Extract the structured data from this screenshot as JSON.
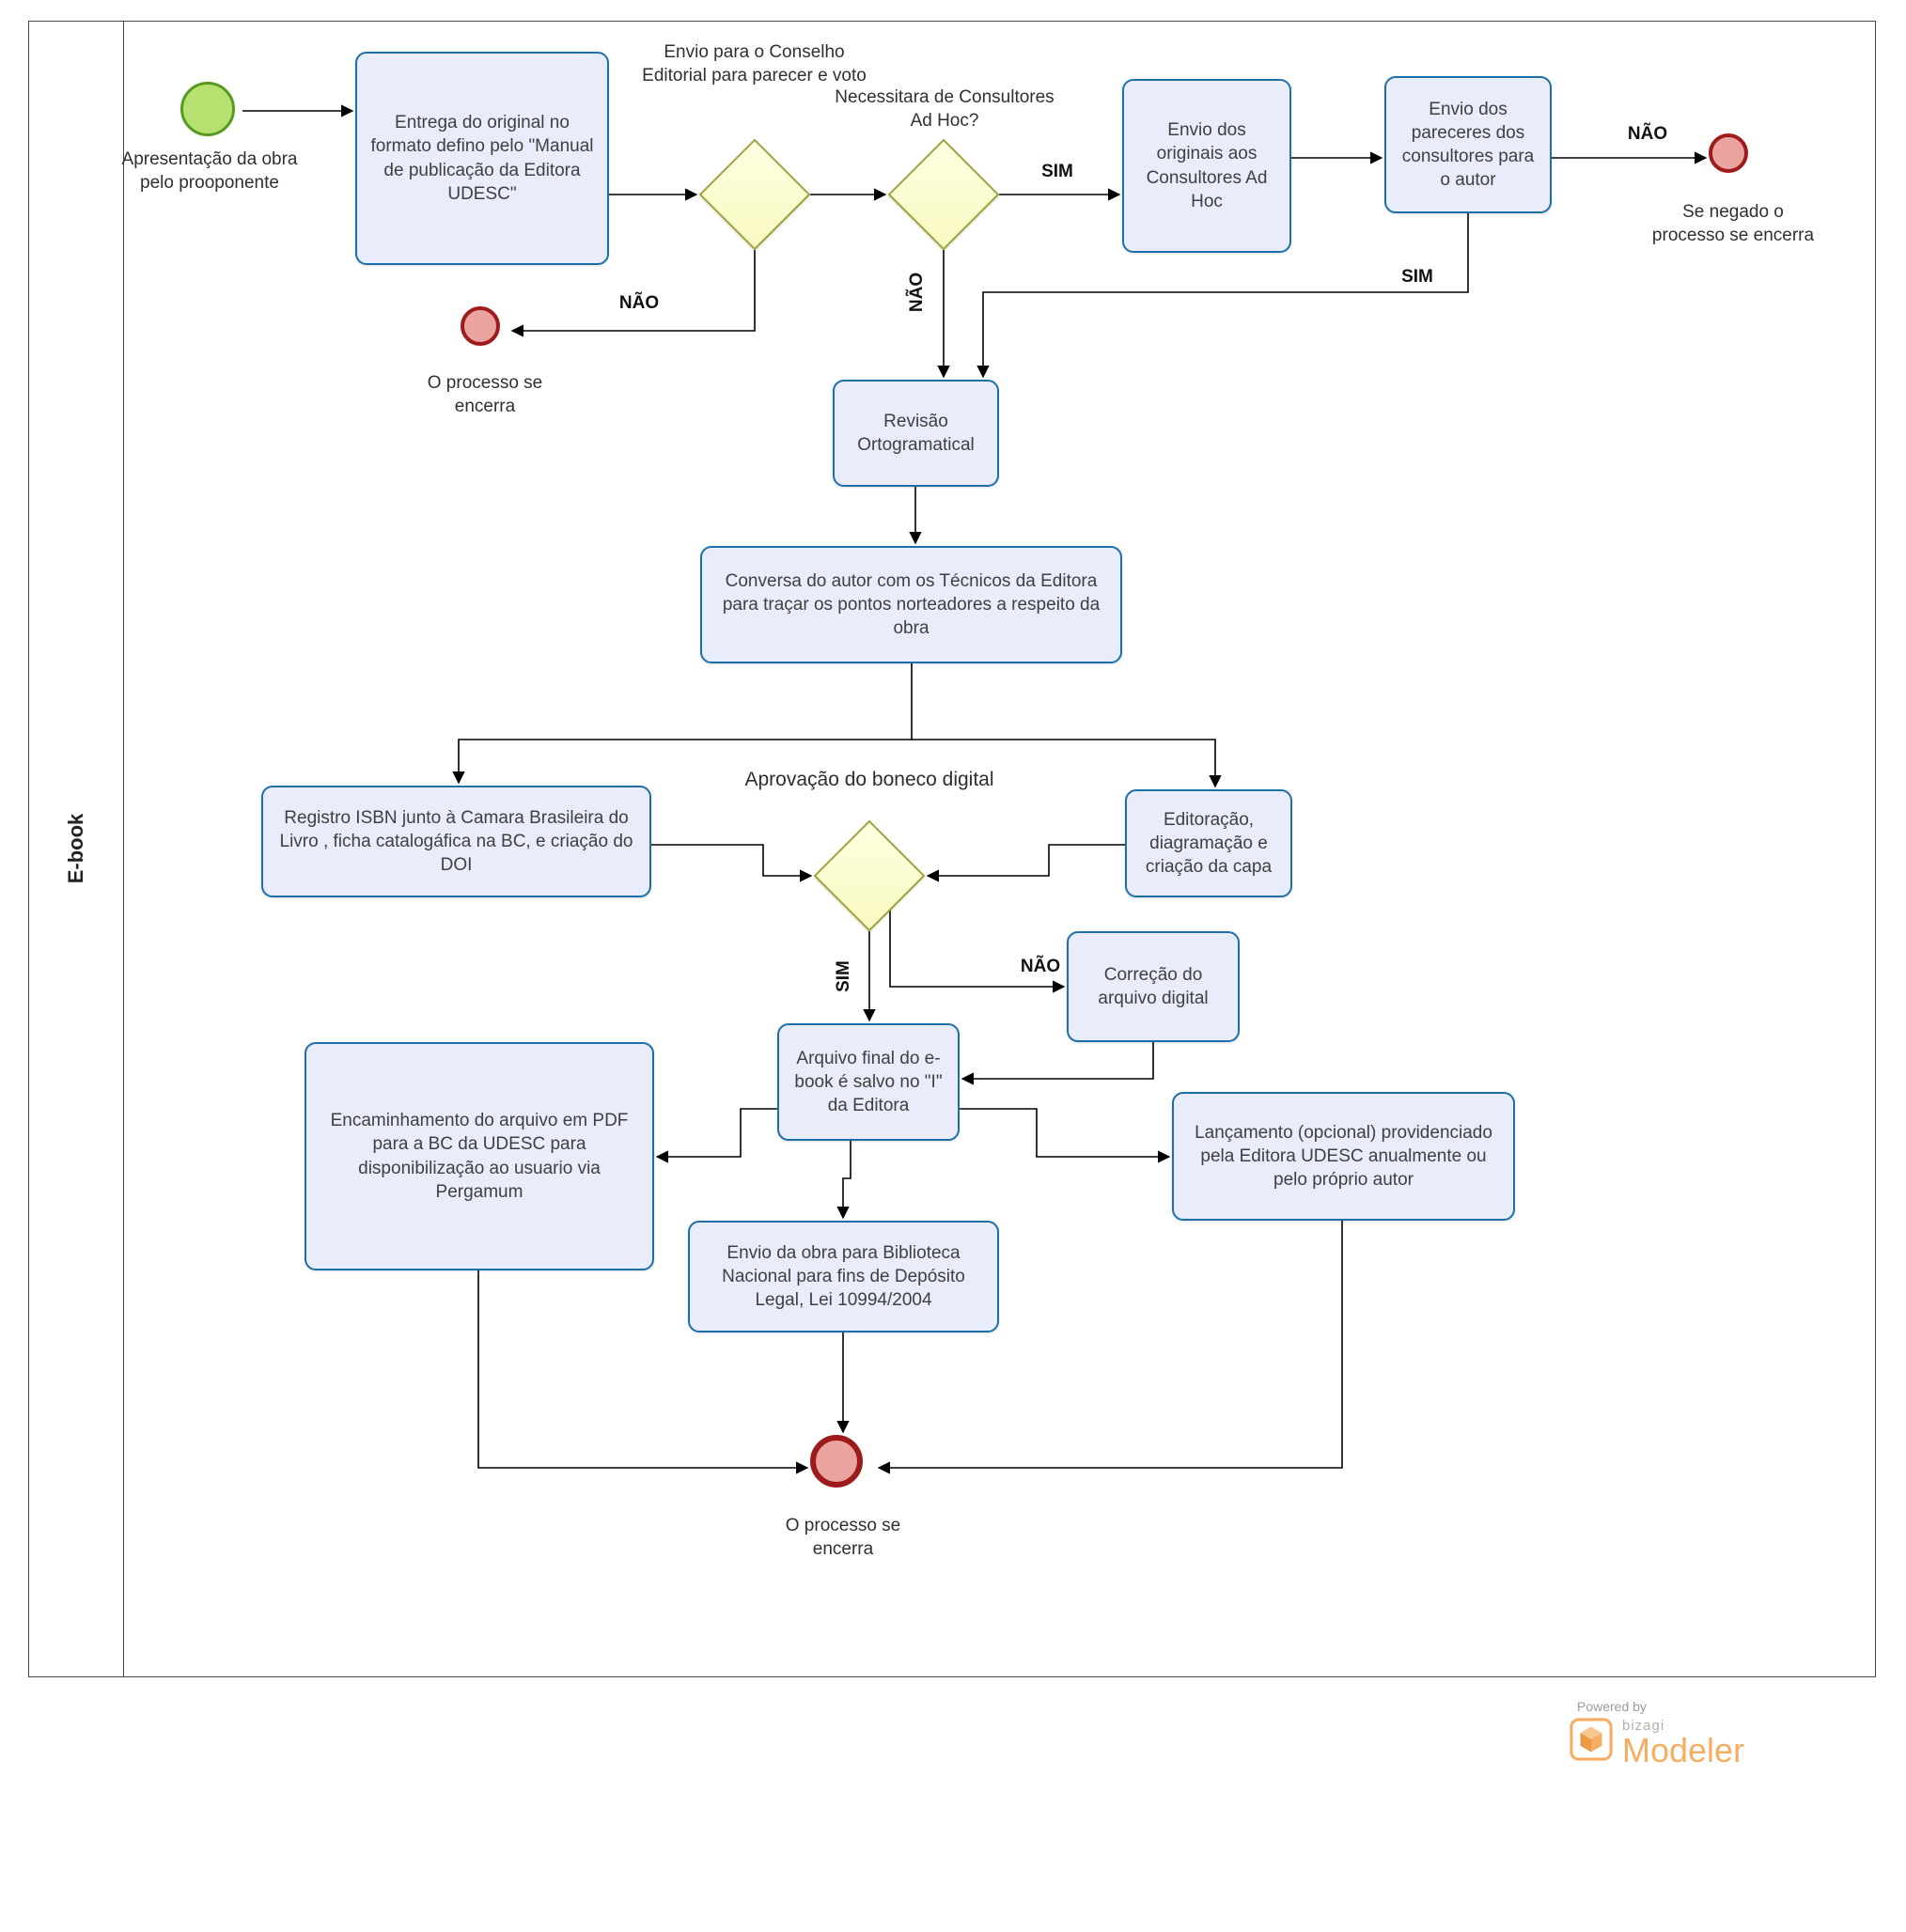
{
  "theme": {
    "task_fill": "#e9edfb",
    "task_border": "#1d70a7",
    "gateway_fill": "#f8f9c0",
    "gateway_border": "#9da43c",
    "start_fill": "#b6e170",
    "start_border": "#569a20",
    "end_fill": "#eba3a0",
    "end_border": "#9e1b1b",
    "text": "#3f3f3f",
    "brand_orange": "#f5ad62"
  },
  "lane": {
    "label": "E-book"
  },
  "nodes": {
    "start_event": {
      "label": "Apresentação da obra pelo prooponente"
    },
    "task_entrega": {
      "label": "Entrega do original no formato defino pelo \"Manual de publicação da Editora UDESC\""
    },
    "gateway_conselho": {
      "label": "Envio para o Conselho Editorial para parecer e voto"
    },
    "gateway_adhoc": {
      "label": "Necessitara de Consultores Ad Hoc?"
    },
    "task_envio_originais": {
      "label": "Envio dos originais aos Consultores Ad Hoc"
    },
    "task_envio_pareceres": {
      "label": "Envio dos pareceres dos consultores para o autor"
    },
    "end_negado": {
      "label": "Se negado o processo se encerra"
    },
    "end_processo_1": {
      "label": "O processo se encerra"
    },
    "task_revisao": {
      "label": "Revisão Ortogramatical"
    },
    "task_conversa": {
      "label": "Conversa do autor com os Técnicos da Editora para traçar os pontos norteadores a respeito da obra"
    },
    "task_registro_isbn": {
      "label": "Registro ISBN junto à Camara Brasileira do Livro , ficha catalogáfica na BC, e criação do DOI"
    },
    "task_editoracao": {
      "label": "Editoração, diagramação e criação da capa"
    },
    "gateway_aprovacao": {
      "label": "Aprovação do boneco digital"
    },
    "task_correcao": {
      "label": "Correção do arquivo digital"
    },
    "task_arquivo_final": {
      "label": "Arquivo final do e-book é salvo no \"I\" da Editora"
    },
    "task_encaminhamento": {
      "label": "Encaminhamento do arquivo em PDF para a BC da UDESC para disponibilização ao usuario via Pergamum"
    },
    "task_lancamento": {
      "label": "Lançamento (opcional) providenciado pela Editora UDESC anualmente ou pelo próprio autor"
    },
    "task_envio_biblioteca": {
      "label": "Envio da obra para Biblioteca Nacional para fins de Depósito Legal, Lei 10994/2004"
    },
    "end_processo_2": {
      "label": "O processo se encerra"
    }
  },
  "edge_labels": {
    "nao_conselho": "NÃO",
    "sim_adhoc": "SIM",
    "nao_adhoc": "NÃO",
    "sim_pareceres": "SIM",
    "nao_pareceres": "NÃO",
    "sim_aprovacao": "SIM",
    "nao_aprovacao": "NÃO"
  },
  "footer": {
    "powered_by": "Powered by",
    "brand_small": "bizagi",
    "brand_large": "Modeler"
  }
}
